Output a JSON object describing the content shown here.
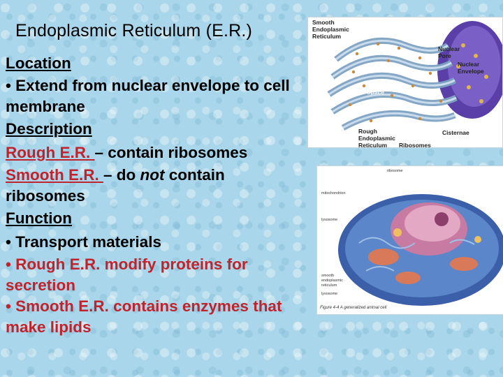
{
  "slide": {
    "title": "Endoplasmic Reticulum (E.R.)",
    "location_heading": "Location",
    "location_bullet": "• Extend from nuclear envelope to cell membrane",
    "description_heading": "Description",
    "rough_term": "Rough E.R. ",
    "rough_text": "– contain ribosomes",
    "smooth_term": "Smooth E.R. ",
    "smooth_text_1": "– do ",
    "smooth_text_not": "not",
    "smooth_text_2": " contain ribosomes",
    "function_heading": "Function",
    "function_bullet_1": "• Transport materials",
    "function_bullet_2": "• Rough E.R. modify proteins for secretion",
    "function_bullet_3": "• Smooth E.R. contains enzymes that make lipids"
  },
  "er_figure": {
    "smooth_er": "Smooth Endoplasmic Reticulum",
    "nuclear_pore": "Nuclear Pore",
    "nuclear_envelope": "Nuclear Envelope",
    "cisternal_space": "Cisternal Space",
    "rough_er": "Rough Endoplasmic Reticulum",
    "ribosomes": "Ribosomes",
    "cisternae": "Cisternae"
  },
  "cell_figure": {
    "labels": [
      "mitochondrion",
      "lysosome",
      "smooth endoplasmic reticulum",
      "ribosome",
      "lysosome"
    ],
    "caption": "Figure 4-4 A generalized animal cell"
  },
  "colors": {
    "red_text": "#c0232b",
    "background": "#a9d6ea",
    "er_membrane": "#7fa3c2",
    "nucleus": "#5b3fa8"
  }
}
